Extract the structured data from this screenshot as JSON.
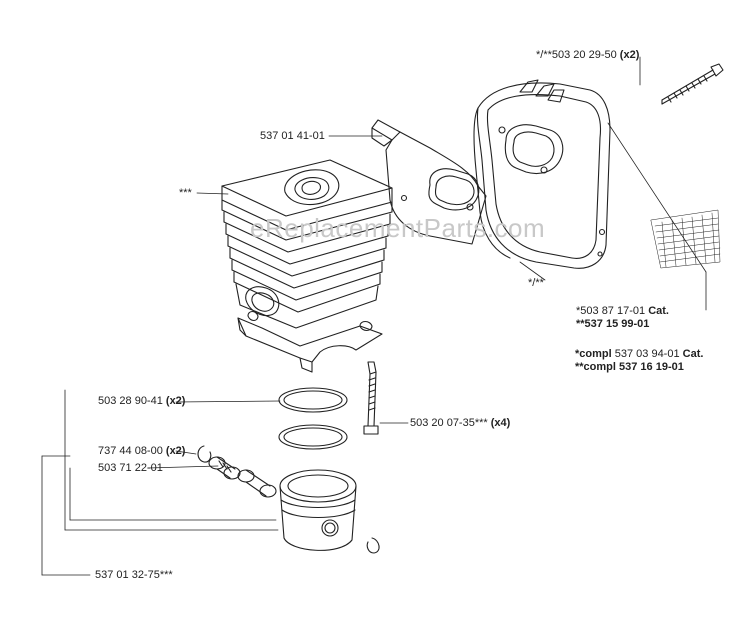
{
  "watermark": "eReplacementParts.com",
  "labels": {
    "bolt": {
      "part": "*/**503 20 29-50",
      "qty": "(x2)"
    },
    "bracket": {
      "part": "537 01 41-01"
    },
    "cylinder": {
      "part": "***"
    },
    "muffler": {
      "part": "*/**"
    },
    "cat1": {
      "part": "*503 87 17-01",
      "qty": "Cat."
    },
    "cat2": {
      "part": "**537 15 99-01"
    },
    "compl1": {
      "part": "*compl",
      "mid": "537 03 94-01",
      "qty": "Cat."
    },
    "compl2": {
      "part": "**compl 537 16 19-01"
    },
    "rings": {
      "part": "503 28 90-41",
      "qty": "(x2)"
    },
    "screw": {
      "part": "503 20 07-35***",
      "qty": "(x4)"
    },
    "circlip": {
      "part": "737 44 08-00",
      "qty": "(x2)"
    },
    "pinbearing": {
      "part": "503 71 22-01"
    },
    "piston": {
      "part": "537 01 32-75***"
    }
  }
}
